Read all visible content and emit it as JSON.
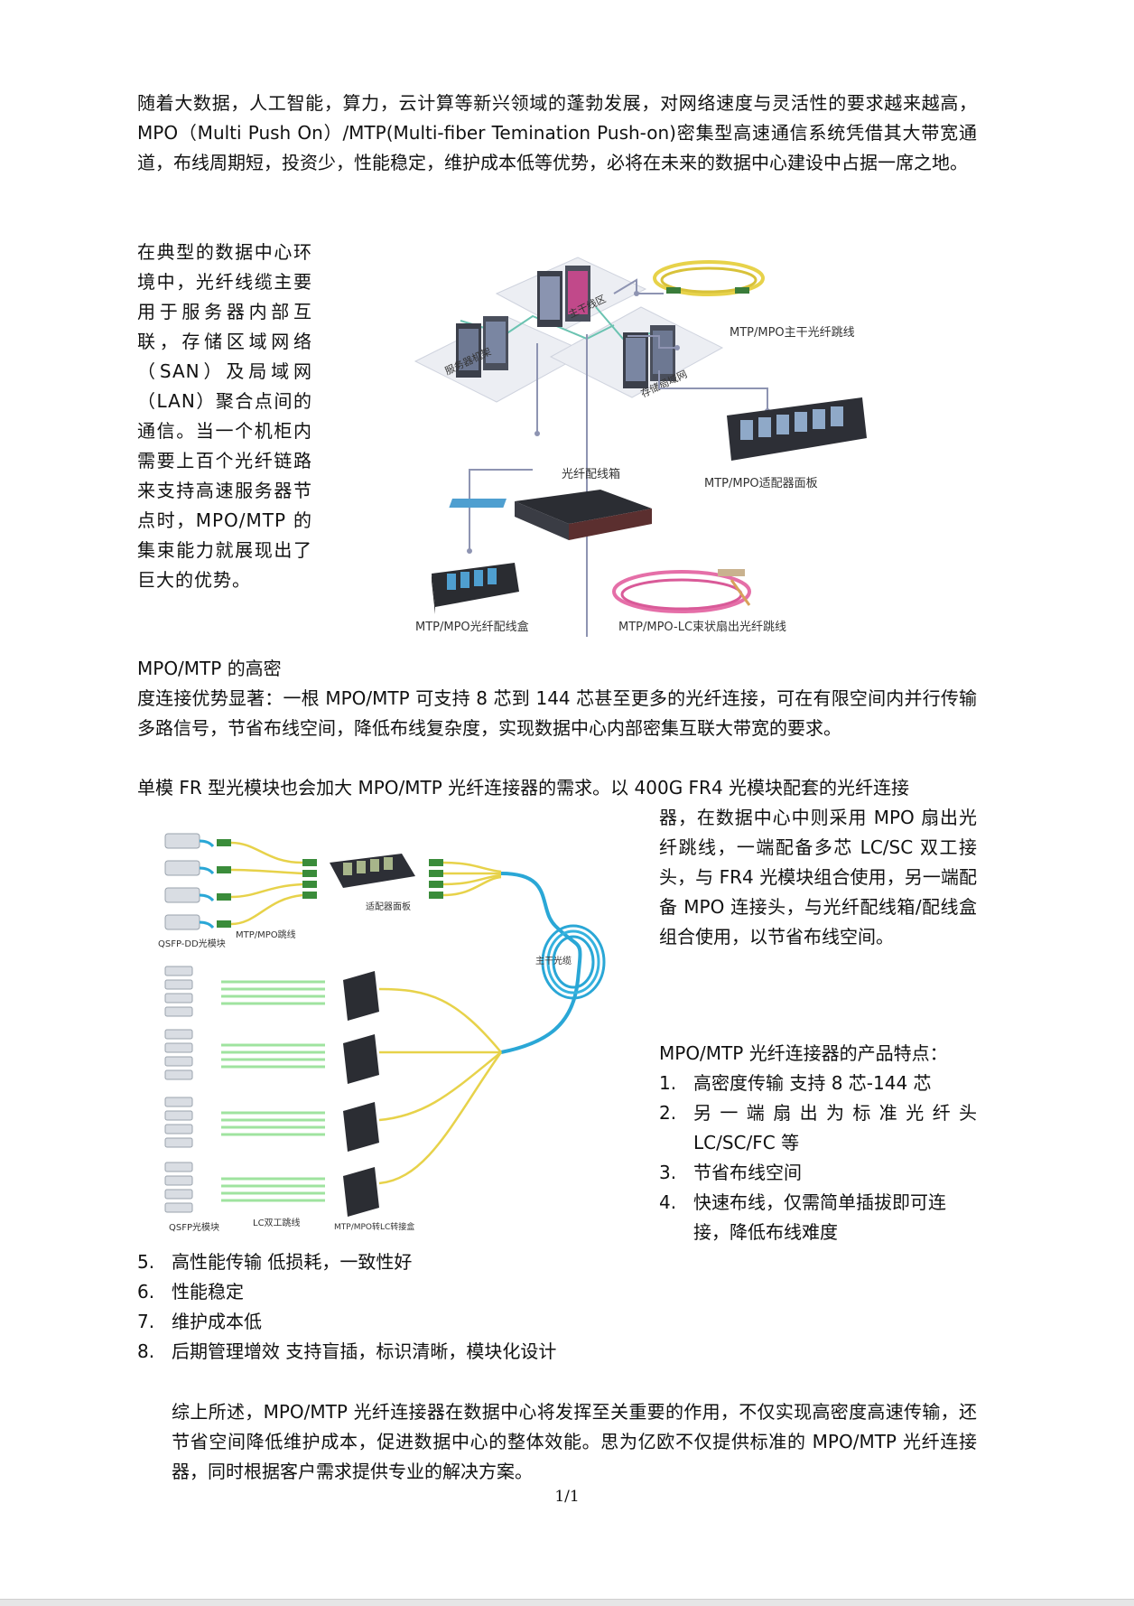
{
  "intro_paragraph": "随着大数据，人工智能，算力，云计算等新兴领域的蓬勃发展，对网络速度与灵活性的要求越来越高，MPO（Multi Push On）/MTP(Multi-fiber Temination Push-on)密集型高速通信系统凭借其大带宽通道，布线周期短，投资少，性能稳定，维护成本低等优势，必将在未来的数据中心建设中占据一席之地。",
  "dc_paragraph": "在典型的数据中心环境中，光纤线缆主要用于服务器内部互联，存储区域网络（SAN）及局域网（LAN）聚合点间的通信。当一个机柜内需要上百个光纤链路来支持高速服务器节点时，MPO/MTP 的集束能力就展现出了巨大的优势。",
  "density_line1": "MPO/MTP  的高密",
  "density_rest": "度连接优势显著：一根 MPO/MTP 可支持 8 芯到 144 芯甚至更多的光纤连接，可在有限空间内并行传输多路信号，节省布线空间，降低布线复杂度，实现数据中心内部密集互联大带宽的要求。",
  "fr4_line1": "单模 FR 型光模块也会加大 MPO/MTP 光纤连接器的需求。以 400G FR4 光模块配套的光纤连接",
  "fr4_rest": "器，在数据中心中则采用 MPO 扇出光纤跳线，一端配备多芯 LC/SC 双工接头，与 FR4 光模块组合使用，另一端配备 MPO 连接头，与光纤配线箱/配线盒组合使用，以节省布线空间。",
  "features_title": "MPO/MTP 光纤连接器的产品特点：",
  "features_right": [
    {
      "num": "1.",
      "text": "高密度传输      支持 8 芯-144 芯"
    },
    {
      "num": "2.",
      "text": "另一端扇出为标准光纤头 LC/SC/FC 等"
    },
    {
      "num": "3.",
      "text": "节省布线空间"
    },
    {
      "num": "4.",
      "text": "快速布线，仅需简单插拔即可连接，降低布线难度"
    }
  ],
  "features_left": [
    {
      "num": "5.",
      "text": "高性能传输  低损耗，一致性好"
    },
    {
      "num": "6.",
      "text": "性能稳定"
    },
    {
      "num": "7.",
      "text": "维护成本低"
    },
    {
      "num": "8.",
      "text": "后期管理增效  支持盲插，标识清晰，模块化设计"
    }
  ],
  "conclusion": "综上所述，MPO/MTP  光纤连接器在数据中心将发挥至关重要的作用，不仅实现高密度高速传输，还节省空间降低维护成本，促进数据中心的整体效能。思为亿欧不仅提供标准的 MPO/MTP 光纤连接器，同时根据客户需求提供专业的解决方案。",
  "page_number": "1/1",
  "figure1": {
    "zone_server": "服务器机架",
    "zone_backbone": "主干线区",
    "zone_storage": "存储局域网",
    "trunk_patch": "MTP/MPO主干光纤跳线",
    "adapter_panel": "MTP/MPO适配器面板",
    "distribution_box": "光纤配线箱",
    "cassette": "MTP/MPO光纤配线盒",
    "fanout": "MTP/MPO-LC束状扇出光纤跳线"
  },
  "figure2": {
    "qsfpdd": "QSFP-DD光模块",
    "mtp_patch": "MTP/MPO跳线",
    "adapter": "适配器面板",
    "trunk": "主干光缆",
    "qsfp": "QSFP光模块",
    "lc_duplex": "LC双工跳线",
    "mtp_lc_box": "MTP/MPO转LC转接盒"
  },
  "colors": {
    "accent_yellow": "#e7d24a",
    "trunk_blue": "#2aa7d6",
    "pink": "#e56fa8",
    "line_gray": "#8e94b2"
  }
}
